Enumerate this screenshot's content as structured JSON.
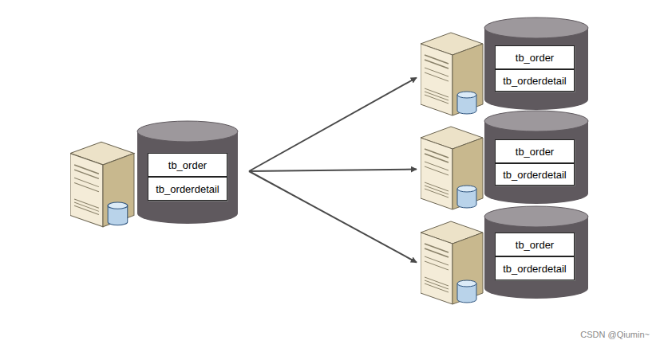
{
  "diagram": {
    "nodes": [
      {
        "text": []
      },
      {
        "text": [
          "tb_order"
        ],
        "in": 0
      },
      {
        "text": [
          "tb_orderdetail"
        ],
        "in": 0
      },
      {
        "text": []
      },
      {
        "text": [
          "tb_order"
        ],
        "in": 3
      },
      {
        "text": [
          "tb_orderdetail"
        ],
        "in": 3
      },
      {
        "text": []
      },
      {
        "text": [
          "tb_order"
        ],
        "in": 6
      },
      {
        "text": [
          "tb_orderdetail"
        ],
        "in": 6
      },
      {
        "text": []
      },
      {
        "text": [
          "tb_order"
        ],
        "in": 9
      },
      {
        "text": [
          "tb_orderdetail"
        ],
        "in": 9
      }
    ],
    "edges": [
      {
        "from": 0,
        "to": 3,
        "arrow": "to"
      },
      {
        "from": 0,
        "to": 6,
        "arrow": "to"
      },
      {
        "from": 0,
        "to": 9,
        "arrow": "to"
      }
    ],
    "labels": [
      "CSDN @Qiumin~"
    ]
  }
}
